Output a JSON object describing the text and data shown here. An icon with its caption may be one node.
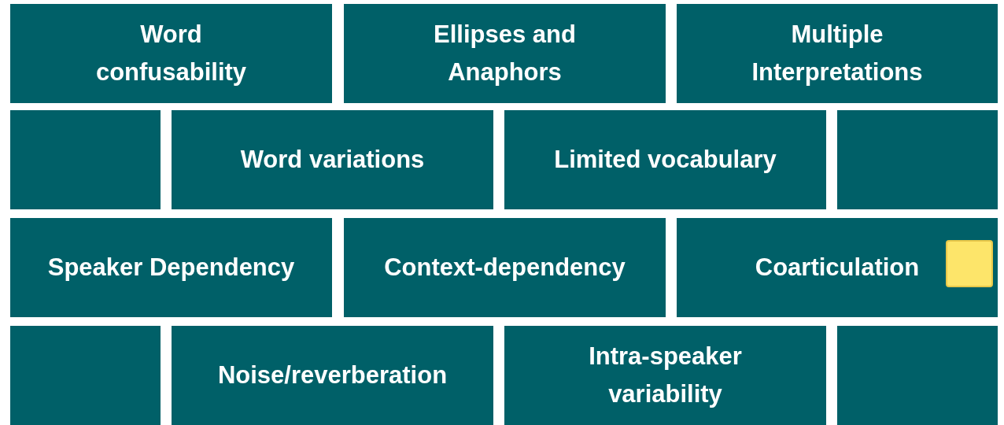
{
  "diagram": {
    "nodes": [
      {
        "text": [
          "Word confusability"
        ]
      },
      {
        "text": [
          "Ellipses and Anaphors"
        ]
      },
      {
        "text": [
          "Multiple Interpretations"
        ]
      },
      {
        "text": [],
        "shape": "box"
      },
      {
        "text": [
          "Word variations"
        ]
      },
      {
        "text": [
          "Limited vocabulary"
        ]
      },
      {
        "text": [],
        "shape": "box"
      },
      {
        "text": [
          "Speaker Dependency"
        ]
      },
      {
        "text": [
          "Context-dependency"
        ]
      },
      {
        "text": [
          "Coarticulation"
        ]
      },
      {
        "text": [],
        "shape": "box",
        "in": 9
      },
      {
        "text": [],
        "shape": "box"
      },
      {
        "text": [
          "Noise/reverberation"
        ]
      },
      {
        "text": [
          "Intra-speaker variability"
        ]
      },
      {
        "text": [],
        "shape": "box"
      }
    ]
  }
}
